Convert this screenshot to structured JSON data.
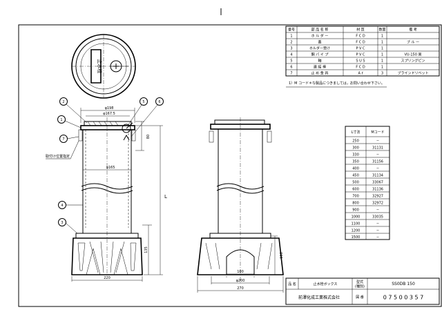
{
  "parts_table": {
    "headers": [
      "番号",
      "部 品 名 称",
      "材 質",
      "数量",
      "備 考"
    ],
    "rows": [
      {
        "no": "1",
        "name": "ホ ル ダ ー",
        "material": "F C D",
        "qty": "1",
        "note": ""
      },
      {
        "no": "2",
        "name": "蓋",
        "material": "F C D",
        "qty": "1",
        "note": "ブ ル ー"
      },
      {
        "no": "3",
        "name": "ホルダー受け",
        "material": "P V C",
        "qty": "1",
        "note": ""
      },
      {
        "no": "4",
        "name": "胴 パ イ プ",
        "material": "P V C",
        "qty": "1",
        "note": "VU-150 黒"
      },
      {
        "no": "5",
        "name": "軸",
        "material": "S U S",
        "qty": "1",
        "note": "スプリングピン"
      },
      {
        "no": "6",
        "name": "連 結 棒",
        "material": "F C D",
        "qty": "1",
        "note": ""
      },
      {
        "no": "7",
        "name": "止 め 金 具",
        "material": "A ℓ",
        "qty": "3",
        "note": "ブラインドリベット"
      }
    ]
  },
  "note": "1）M コード＊な製品につきましては，お問い合わせ下さい。",
  "code_table": {
    "headers": [
      "L寸法",
      "Mコード"
    ],
    "rows": [
      [
        "250",
        "−"
      ],
      [
        "300",
        "31131"
      ],
      [
        "330",
        "−"
      ],
      [
        "350",
        "31156"
      ],
      [
        "400",
        "−"
      ],
      [
        "450",
        "31134"
      ],
      [
        "500",
        "33067"
      ],
      [
        "600",
        "31136"
      ],
      [
        "700",
        "32927"
      ],
      [
        "800",
        "32972"
      ],
      [
        "900",
        "−"
      ],
      [
        "1000",
        "33035"
      ],
      [
        "1100",
        "−"
      ],
      [
        "1200",
        "−"
      ],
      [
        "1500",
        "−"
      ]
    ]
  },
  "lid_label": "止水栓",
  "dimensions": {
    "d198": "φ198",
    "d167": "φ167.5",
    "d165": "φ165",
    "h80": "80",
    "L": "L",
    "h135": "135",
    "w220": "220",
    "w100": "100",
    "h100": "100",
    "d200": "φ200",
    "w270": "270"
  },
  "callouts": [
    "1",
    "2",
    "3",
    "4",
    "5",
    "6",
    "7"
  ],
  "side_annotation": "取付け位置指定",
  "title_block": {
    "name_label": "品 名",
    "name_value": "止水栓ボックス",
    "type_label": "型式",
    "type_sub": "(種別)",
    "type_value": "SS0DB 150",
    "company": "前澤化成工業株式会社",
    "drawing_label": "図 番",
    "drawing_number": "0 7 5 0 0 3 5 7"
  }
}
